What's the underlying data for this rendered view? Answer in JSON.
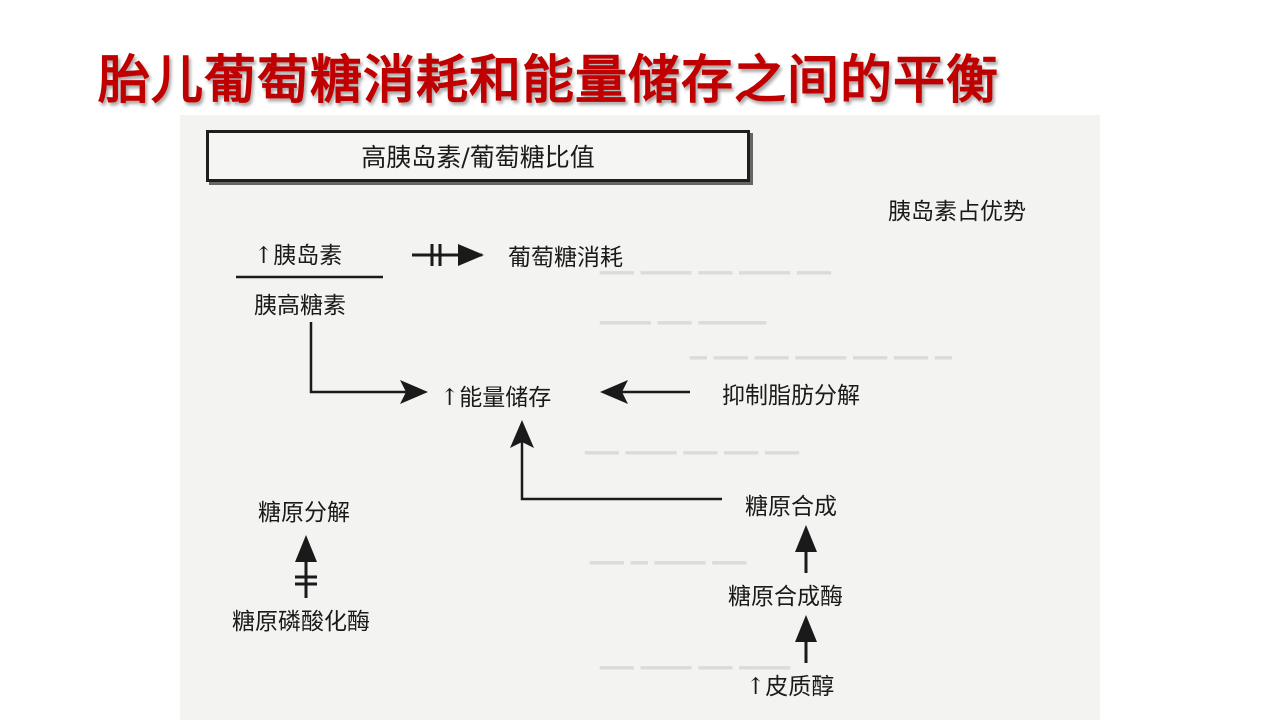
{
  "slide": {
    "title": "胎儿葡萄糖消耗和能量储存之间的平衡"
  },
  "diagram": {
    "header_box": "高胰岛素/葡萄糖比值",
    "note": "胰岛素占优势",
    "ratio_numerator": "↑胰岛素",
    "ratio_denominator": "胰高糖素",
    "glucose_use": "葡萄糖消耗",
    "energy_storage": "↑能量储存",
    "lipolysis_inhibit": "抑制脂肪分解",
    "glycogenolysis": "糖原分解",
    "phosphorylase": "糖原磷酸化酶",
    "glycogenesis": "糖原合成",
    "synthase": "糖原合成酶",
    "cortisol": "↑皮质醇"
  },
  "colors": {
    "title": "#c00000",
    "ink": "#1a1a1a"
  }
}
